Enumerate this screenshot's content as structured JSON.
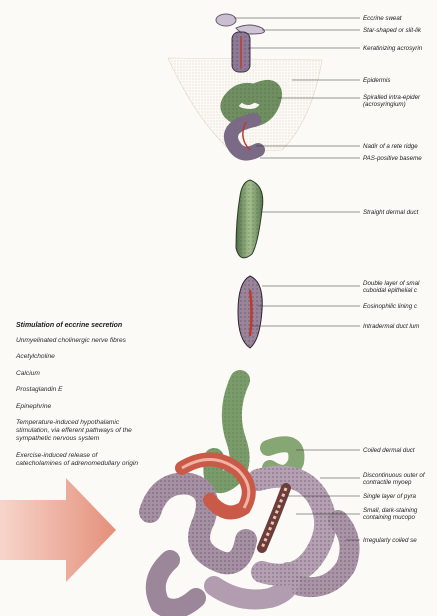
{
  "labels": {
    "eccrine_sweat": "Eccrine sweat",
    "star_shaped": "Star-shaped or slit-lik",
    "keratinizing": "Keratinizing acrosyrin",
    "epidermis": "Epidermis",
    "spiralled": "Spiralled intra-epider (acrosyringium)",
    "nadir": "Nadir of a rete ridge",
    "pas_positive": "PAS-positive baseme",
    "straight_duct": "Straight dermal duct",
    "double_layer": "Double layer of smal cuboidal epithelial c",
    "eosinophilic": "Eosinophilic lining c",
    "intradermal_lumen": "Intradermal duct lum",
    "coiled_duct": "Coiled dermal duct",
    "discontinuous": "Discontinuous outer of contractile myoep",
    "single_layer": "Single layer of pyra",
    "small_dark": "Small, dark-staining containing mucopo",
    "irregularly_coiled": "Irregularly coiled se"
  },
  "stimulation": {
    "title": "Stimulation of eccrine secretion",
    "items": [
      "Unmyelinated cholinergic nerve fibres",
      "Acetylcholine",
      "Calcium",
      "Prostaglandin E",
      "Epinephrine",
      "Temperature-induced hypothalamic stimulation, via efferent pathways of the sympathetic nervous system",
      "Exercise-induced release of catecholamines of adrenomedullary origin"
    ]
  },
  "colors": {
    "duct_green": "#7a9c6a",
    "coil_purple": "#a58fa3",
    "lumen_red": "#c0392b",
    "arrow_pink": "#e79a86"
  }
}
